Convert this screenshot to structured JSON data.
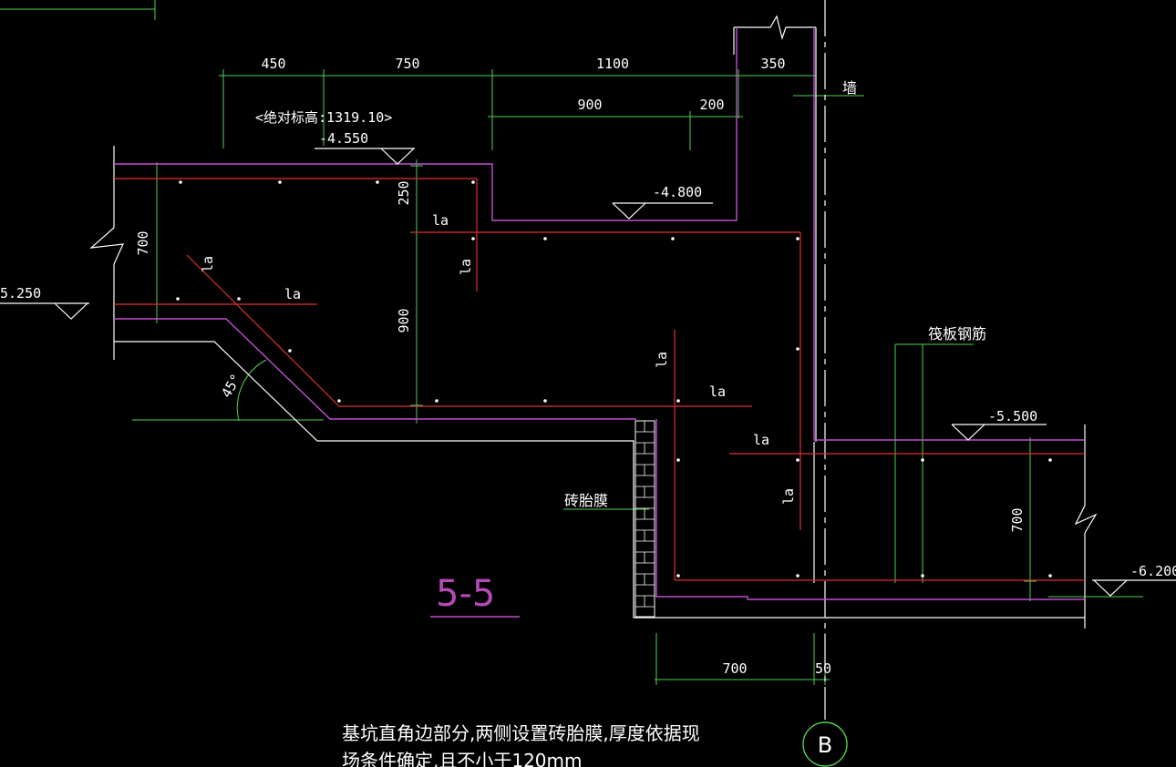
{
  "dimensions": {
    "d450": "450",
    "d750": "750",
    "d1100": "1100",
    "d350": "350",
    "d900top": "900",
    "d200": "200",
    "d250": "250",
    "d700left": "700",
    "d900mid": "900",
    "d700right": "700",
    "d700bottom": "700",
    "d50": "50"
  },
  "elevations": {
    "absolute": "<绝对标高:1319.10>",
    "e4550": "-4.550",
    "e4800": "-4.800",
    "e5250": "5.250",
    "e5500": "-5.500",
    "e6200": "-6.200"
  },
  "labels": {
    "wall": "墙",
    "raft_rebar": "筏板钢筋",
    "brick_membrane": "砖胎膜",
    "angle": "45°",
    "la": "la",
    "section": "5-5",
    "axis": "B"
  },
  "note": {
    "line1": "基坑直角边部分,两侧设置砖胎膜,厚度依据现",
    "line2": "场条件确定,且不小于120mm"
  },
  "colors": {
    "concrete": "#ffffff",
    "dimension": "#4fd14f",
    "rebar": "#e03030",
    "waterproof": "#c04fd0"
  }
}
